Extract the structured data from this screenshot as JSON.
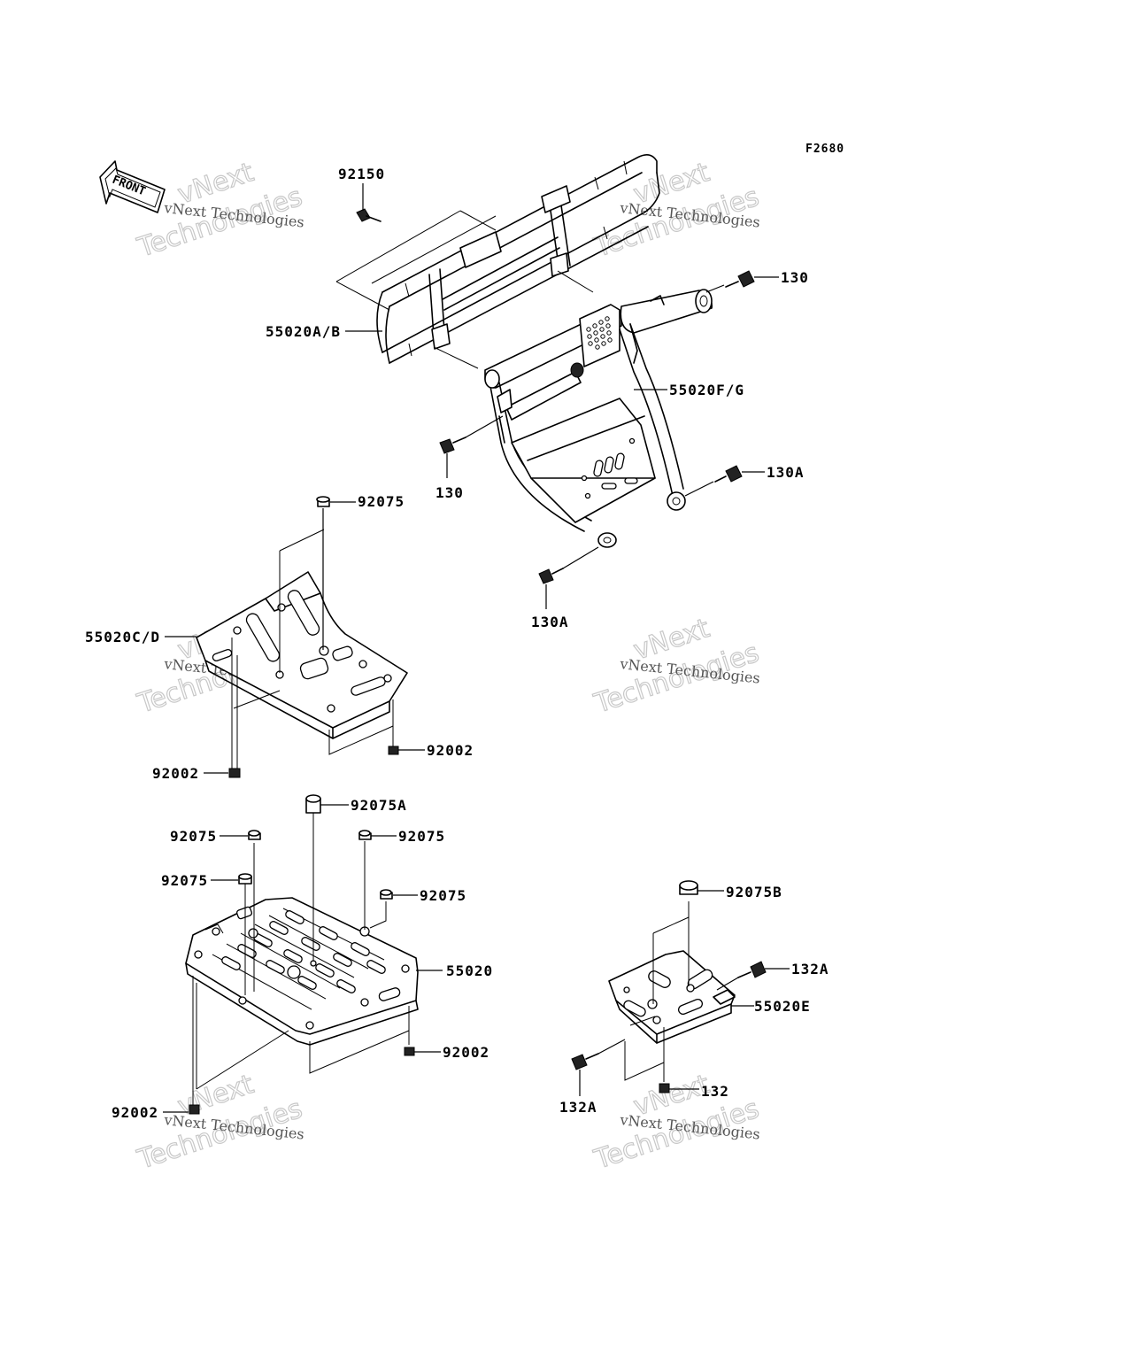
{
  "figure_code": "F2680",
  "front_arrow_label": "FRONT",
  "watermark": {
    "small": "vNext Technologies",
    "big_line1": "vNext",
    "big_line2": "Technologies"
  },
  "callouts": {
    "c92150": "92150",
    "c55020ab": "55020A/B",
    "c130_top": "130",
    "c55020fg": "55020F/G",
    "c130_bottom": "130",
    "c130a_right": "130A",
    "c130a_bottom": "130A",
    "c92075_mid": "92075",
    "c55020cd": "55020C/D",
    "c92002_mid_right": "92002",
    "c92002_mid_left": "92002",
    "c92075a": "92075A",
    "c92075_low_left1": "92075",
    "c92075_low_right1": "92075",
    "c92075_low_left2": "92075",
    "c92075_low_right2": "92075",
    "c55020": "55020",
    "c92002_low_right": "92002",
    "c92002_low_left": "92002",
    "c92075b": "92075B",
    "c132a_right": "132A",
    "c55020e": "55020E",
    "c132a_bottom": "132A",
    "c132": "132"
  }
}
